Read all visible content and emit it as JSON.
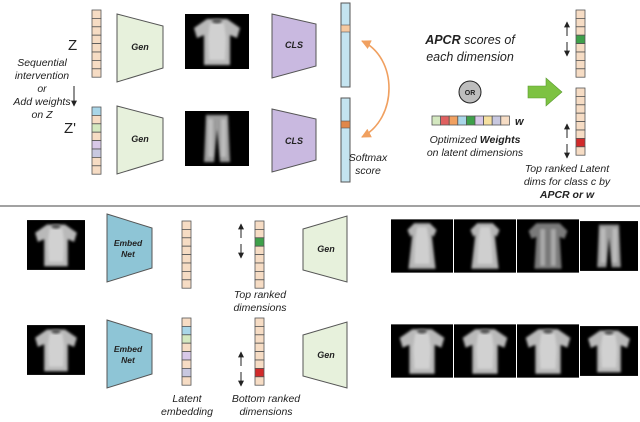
{
  "top": {
    "z_label": "Z",
    "z_prime_label": "Z'",
    "gen_label": "Gen",
    "cls_label": "CLS",
    "intervention_lines": [
      "Sequential",
      "intervention",
      "or",
      "Add weights",
      "on Z"
    ],
    "softmax_lines": [
      "Softmax",
      "score"
    ],
    "apcr_lines": [
      "APCR scores of",
      "each dimension"
    ],
    "apcr_bold_word": "APCR",
    "or_label": "OR",
    "w_label": "w",
    "weights_lines": [
      "Optimized Weights",
      "on latent dimensions"
    ],
    "weights_bold_word": "Weights",
    "ranked_lines": [
      "Top ranked Latent",
      "dims for class c by",
      "APCR or w"
    ]
  },
  "bottom": {
    "embed_label_lines": [
      "Embed",
      "Net"
    ],
    "gen_label": "Gen",
    "top_ranked_lines": [
      "Top ranked",
      "dimensions"
    ],
    "bottom_ranked_lines": [
      "Bottom ranked",
      "dimensions"
    ],
    "latent_lines": [
      "Latent",
      "embedding"
    ]
  },
  "colors": {
    "vector_cell": "#f6dcc4",
    "vector_border": "#555555",
    "gen_fill": "#e7f1dc",
    "cls_fill": "#c9b9e0",
    "embed_fill": "#8ec5d6",
    "softmax_fill": "#c4e4f0",
    "softmax_mark": "#e0874a",
    "arrow_orange": "#f0a060",
    "green_arrow": "#7dc242",
    "top_highlight": "#3ea04a",
    "bottom_highlight": "#d12a2a"
  }
}
